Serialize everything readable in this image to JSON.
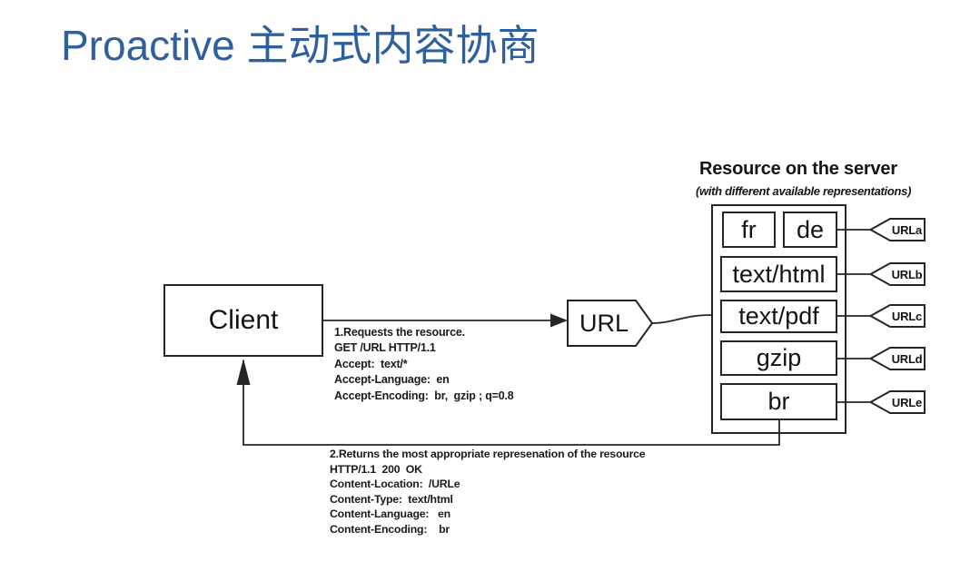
{
  "title": {
    "text": "Proactive 主动式内容协商"
  },
  "colors": {
    "title_blue": "#2E5F9E",
    "diagram_ink": "#262626",
    "background": "#FFFFFF"
  },
  "diagram": {
    "client_label": "Client",
    "url_label": "URL",
    "request_lines": [
      "1.Requests the resource.",
      "GET /URL HTTP/1.1",
      "Accept:  text/*",
      "Accept-Language:  en",
      "Accept-Encoding:  br,  gzip ; q=0.8"
    ],
    "response_lines": [
      "2.Returns the most appropriate represenation of the resource",
      "HTTP/1.1  200  OK",
      "Content-Location:  /URLe",
      "Content-Type:  text/html",
      "Content-Language:   en",
      "Content-Encoding:    br"
    ],
    "server": {
      "heading": "Resource on the server",
      "subheading": "(with different available representations)",
      "representations": [
        "fr",
        "de",
        "text/html",
        "text/pdf",
        "gzip",
        "br"
      ],
      "url_tags": [
        "URLa",
        "URLb",
        "URLc",
        "URLd",
        "URLe"
      ]
    }
  }
}
